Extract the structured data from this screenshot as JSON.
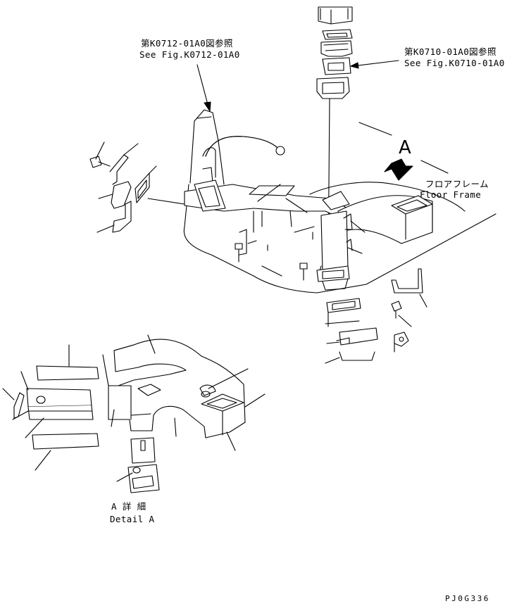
{
  "callouts": {
    "ref_k0712_jp": "第K0712-01A0図参照",
    "ref_k0712_en": "See Fig.K0712-01A0",
    "ref_k0710_jp": "第K0710-01A0図参照",
    "ref_k0710_en": "See Fig.K0710-01A0",
    "view_marker": "A",
    "floor_frame_jp": "フロアフレーム",
    "floor_frame_en": "Floor Frame",
    "detail_jp": "A 詳 細",
    "detail_en": "Detail A"
  },
  "drawing_code": "PJ0G336"
}
